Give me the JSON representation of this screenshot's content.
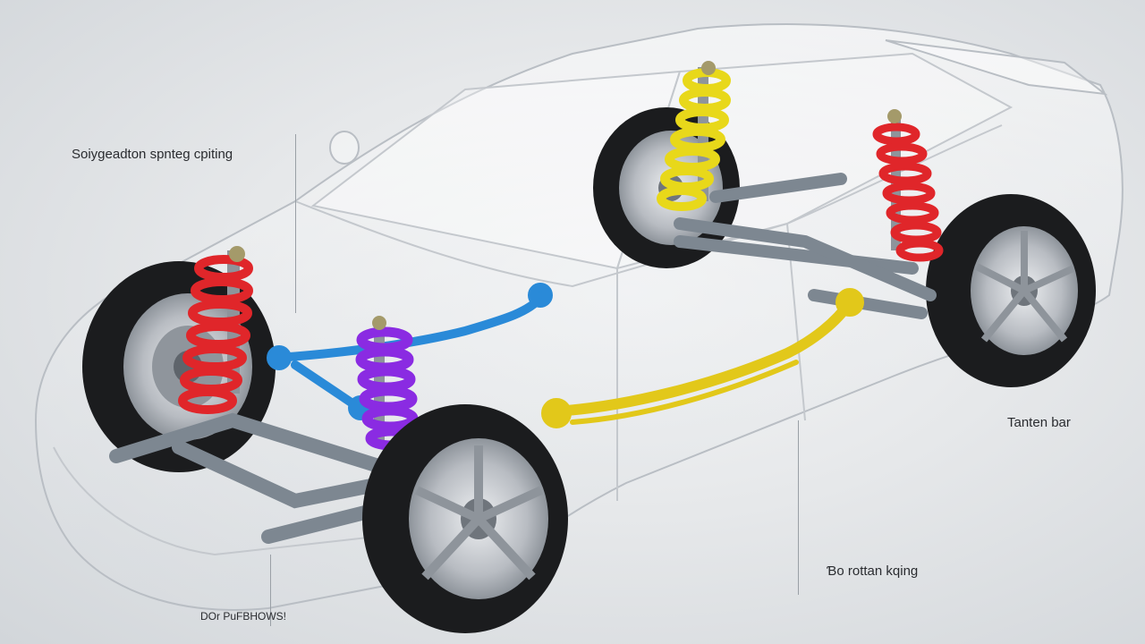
{
  "labels": {
    "top_left": "Soiygeadton spnteg cpiting",
    "right": "Tanten bar",
    "bottom_right": "Ɓo rottan kqing",
    "bottom": "DOr PuFBHOWS!"
  },
  "colors": {
    "background": "#e4e6e8",
    "body_outline": "#b9bec4",
    "front_left_coil_spring": "#e0262a",
    "front_right_coil_spring": "#8a2be2",
    "rear_left_coil_spring": "#e8d81a",
    "rear_right_coil_spring": "#e0262a",
    "anti_roll_bar": "#2a8ad8",
    "leaf_spring": "#e2c81a",
    "tire": "#1b1c1e",
    "rim": "#b8bcc2",
    "suspension_arm": "#7d8791"
  }
}
